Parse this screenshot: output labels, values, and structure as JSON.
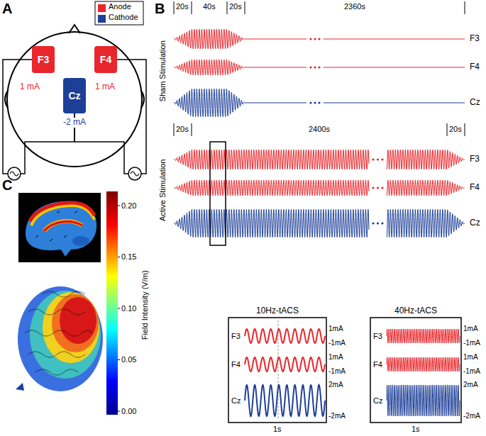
{
  "diagram": {
    "nodes": [
      {
        "text": [
          "F3"
        ]
      },
      {
        "text": [
          "F4"
        ]
      },
      {
        "text": [
          "Cz"
        ]
      }
    ],
    "edges": [
      {
        "from": 0,
        "to": 2,
        "arrow": "none"
      },
      {
        "from": 1,
        "to": 2,
        "arrow": "none"
      }
    ],
    "labels": [
      "A",
      "1 mA",
      "1 mA",
      "-2 mA",
      "B",
      "20s",
      "40s",
      "20s",
      "2360s",
      "Sham Stimulation",
      "F3",
      "F4",
      "Cz",
      "20s",
      "2400s",
      "20s",
      "Active Stimulation",
      "F3",
      "F4",
      "Cz",
      "10Hz-tACS",
      "F3",
      "F4",
      "Cz",
      "1mA",
      "-1mA",
      "1mA",
      "-1mA",
      "2mA",
      "-2mA",
      "1s",
      "40Hz-tACS",
      "F3",
      "F4",
      "Cz",
      "1mA",
      "-1mA",
      "1mA",
      "-1mA",
      "2mA",
      "-2mA",
      "1s",
      "C",
      "0.20",
      "0.15",
      "0.10",
      "0.05",
      "0.00",
      "Field Intensity (V/m)"
    ],
    "legend": [
      {
        "text": "Anode",
        "color": "#e8262b"
      },
      {
        "text": "Cathode",
        "color": "#1d3f98"
      }
    ]
  }
}
